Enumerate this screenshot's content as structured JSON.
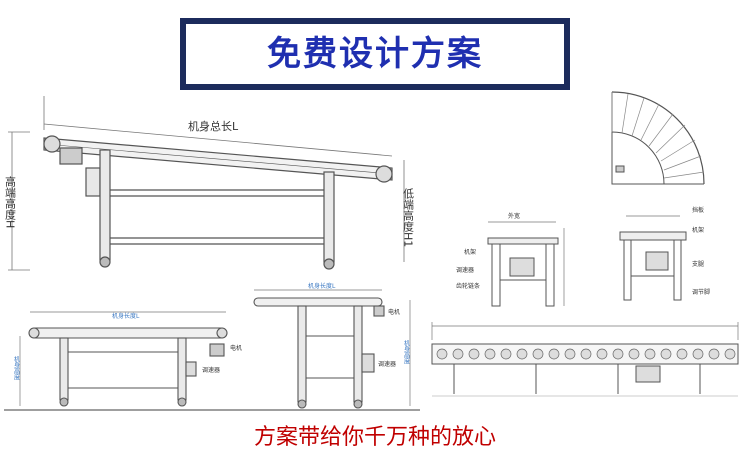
{
  "banner": {
    "title": "免费设计方案"
  },
  "incline_drawing": {
    "length_label": "机身总长L",
    "high_end_label": "高端高度H",
    "low_end_label": "低端高度H1"
  },
  "flat_drawing": {
    "length_label": "机身长度L",
    "height_label": "机身高度",
    "motor_label": "电机",
    "reducer_label": "调速器"
  },
  "side_view": {
    "length_label": "机身长度L",
    "motor_label": "电机",
    "reducer_label": "调速器",
    "height_label": "机身高度"
  },
  "roller_cross_section": {
    "width_label": "外宽",
    "labels": [
      "机架",
      "调速器",
      "齿轮链条"
    ]
  },
  "belt_cross_section": {
    "labels": [
      "挡板",
      "机架",
      "支腿",
      "调节脚"
    ]
  },
  "footer": {
    "text": "方案带给你千万种的放心"
  },
  "colors": {
    "banner": "#1c2b5c",
    "title": "#1f2fb0",
    "footer": "#c00000",
    "dim_blue": "#3a78c2"
  }
}
